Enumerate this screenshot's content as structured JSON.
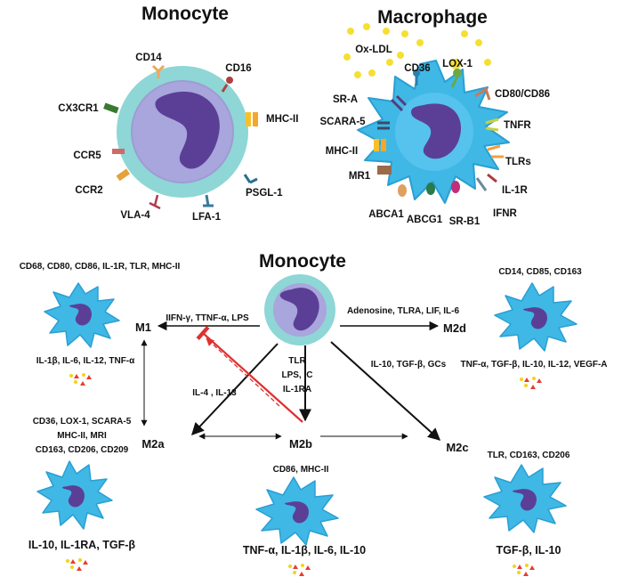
{
  "top": {
    "monocyte": {
      "title": "Monocyte",
      "receptors": [
        "CD14",
        "CD16",
        "MHC-II",
        "PSGL-1",
        "LFA-1",
        "VLA-4",
        "CCR2",
        "CCR5",
        "CX3CR1"
      ]
    },
    "macrophage": {
      "title": "Macrophage",
      "receptors": [
        "Ox-LDL",
        "CD36",
        "LOX-1",
        "SR-A",
        "CD80/CD86",
        "SCARA-5",
        "TNFR",
        "MHC-II",
        "TLRs",
        "MR1",
        "IL-1R",
        "ABCA1",
        "ABCG1",
        "SR-B1",
        "IFNR"
      ]
    }
  },
  "bottom": {
    "title": "Monocyte",
    "nodes": {
      "m1": "M1",
      "m2a": "M2a",
      "m2b": "M2b",
      "m2c": "M2c",
      "m2d": "M2d"
    },
    "m1": {
      "markers": "CD68, CD80, CD86, IL-1R, TLR, MHC-II",
      "secreted": "IL-1β, IL-6, IL-12, TNF-α"
    },
    "m2a": {
      "markers": [
        "CD36, LOX-1, SCARA-5",
        "MHC-II, MRI",
        "CD163, CD206, CD209"
      ],
      "secreted": "IL-10, IL-1RA, TGF-β"
    },
    "m2b": {
      "markers": "CD86, MHC-II",
      "secreted": "TNF-α, IL-1β, IL-6, IL-10"
    },
    "m2c": {
      "markers": "TLR, CD163, CD206",
      "secreted": "TGF-β, IL-10"
    },
    "m2d": {
      "markers": "CD14, CD85, CD163",
      "secreted": "TNF-α, TGF-β, IL-10, IL-12, VEGF-A"
    },
    "stimuli": {
      "m1": "IIFN-γ,  TTNF-α,  LPS",
      "m2d": "Adenosine, TLRA,  LIF,  IL-6",
      "m2a": "IL-4 ,  IL-13",
      "m2b": [
        "TLR",
        "LPS,  IC",
        "IL-1RA"
      ],
      "m2c": "IL-10, TGF-β, GCs"
    }
  },
  "colors": {
    "cell_blue": "#3fb8e6",
    "cell_edge": "#2a9fd3",
    "monocyte_ring": "#8fd6d6",
    "monocyte_body": "#a8a6dc",
    "nucleus": "#5b3f96",
    "arrow_red": "#e03030",
    "cytokine_red": "#e83c2e",
    "cytokine_yellow": "#f5d21a"
  }
}
